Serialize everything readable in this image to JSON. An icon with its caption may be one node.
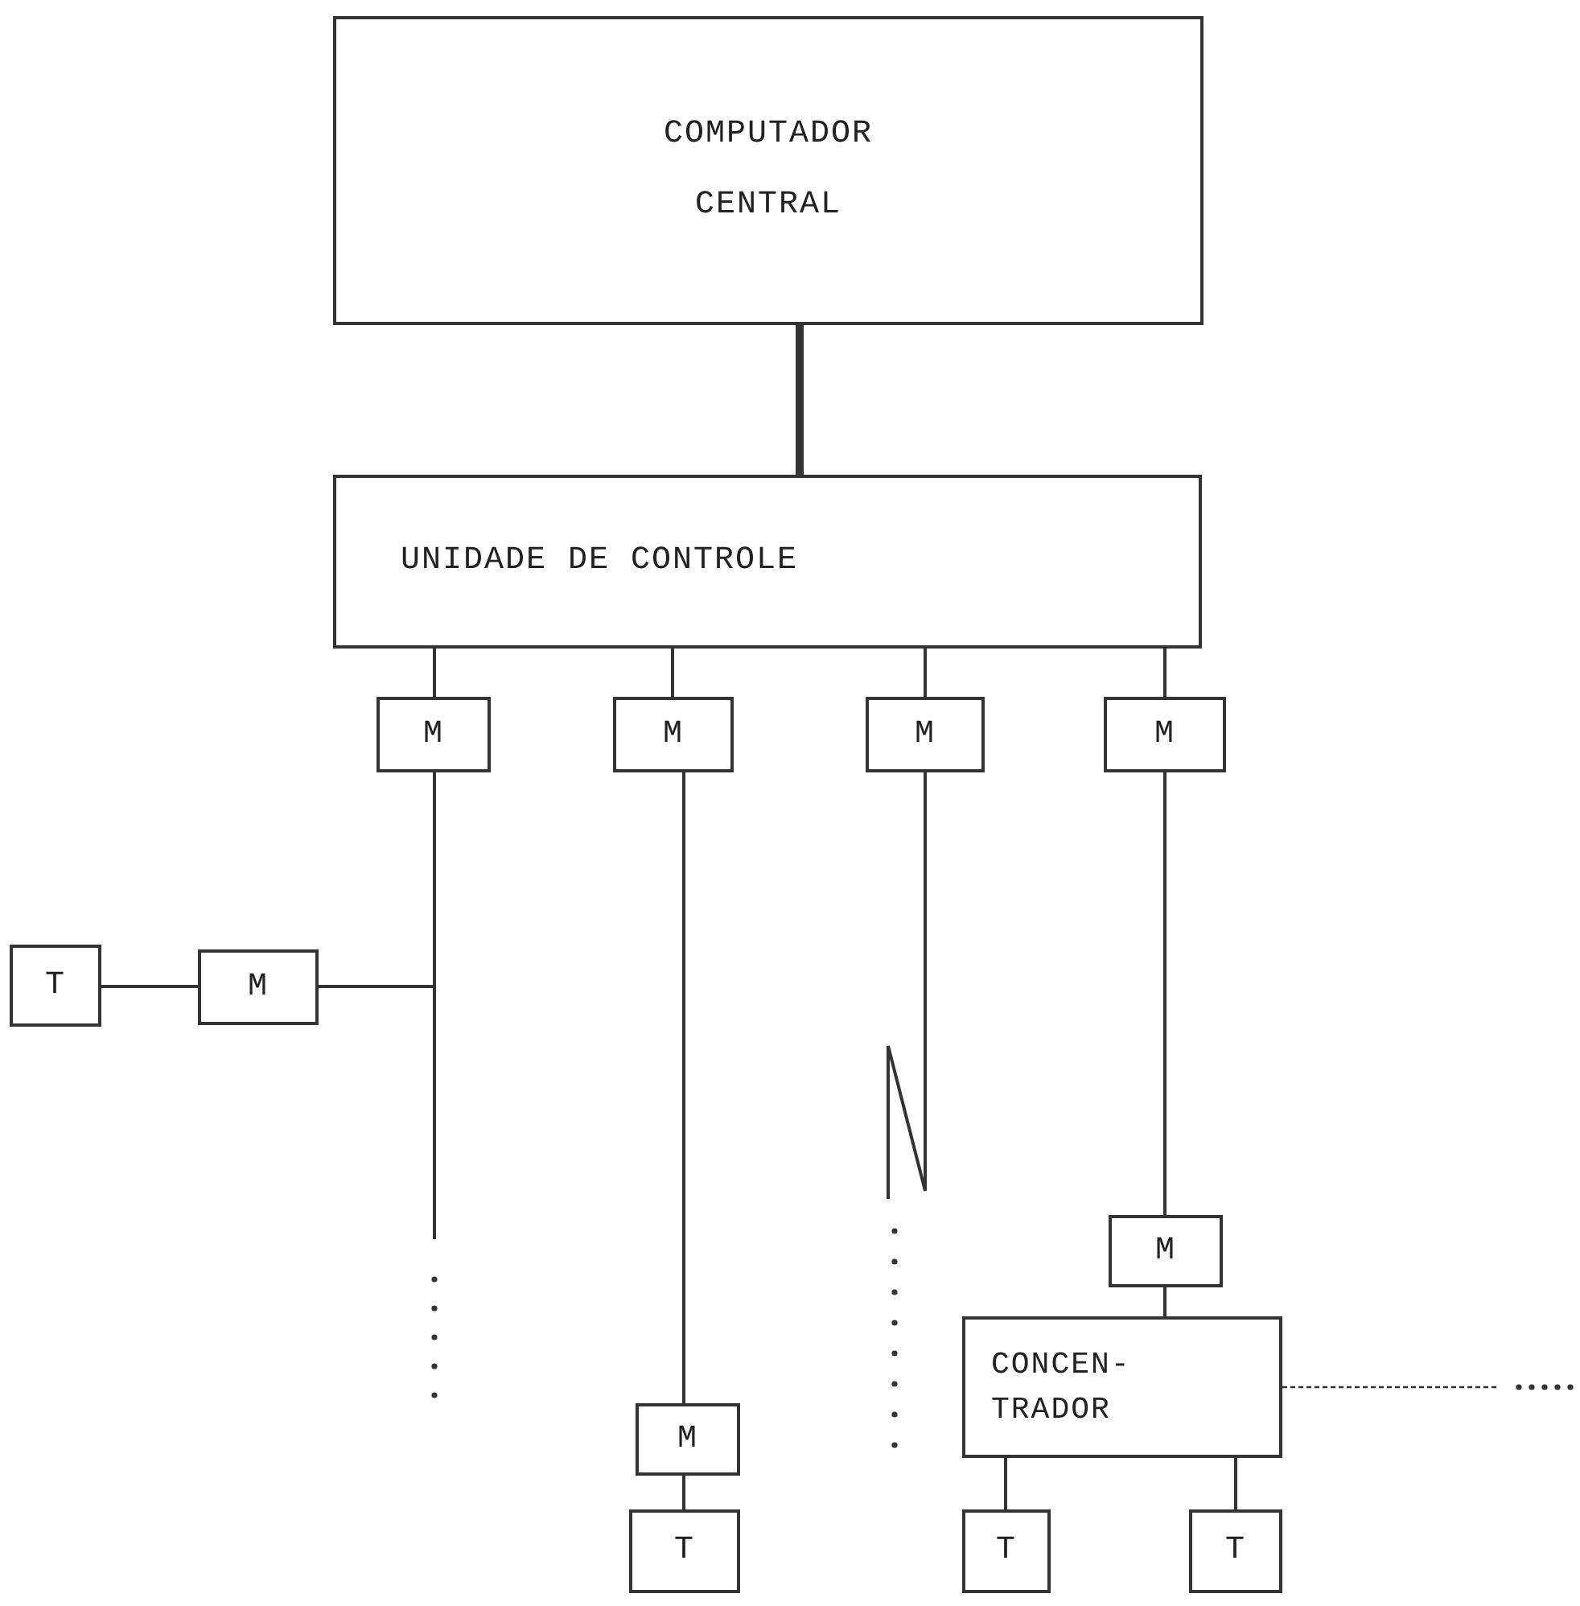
{
  "diagram": {
    "nodes": [
      {
        "text": [
          "COMPUTADOR CENTRAL"
        ]
      },
      {
        "text": [
          "UNIDADE DE CONTROLE"
        ]
      },
      {
        "text": [
          "M"
        ]
      },
      {
        "text": [
          "M"
        ]
      },
      {
        "text": [
          "M"
        ]
      },
      {
        "text": [
          "M"
        ]
      },
      {
        "text": [
          "T"
        ]
      },
      {
        "text": [
          "M"
        ]
      },
      {
        "text": [
          "M"
        ]
      },
      {
        "text": [
          "CONCEN- TRADOR"
        ]
      },
      {
        "text": [
          "M"
        ]
      },
      {
        "text": [
          "T"
        ]
      },
      {
        "text": [
          "T"
        ]
      },
      {
        "text": [
          "T"
        ]
      }
    ],
    "edges": [
      {
        "from": 0,
        "to": 1,
        "arrow": "none",
        "style": "thick"
      },
      {
        "from": 1,
        "to": 2,
        "arrow": "none"
      },
      {
        "from": 1,
        "to": 3,
        "arrow": "none"
      },
      {
        "from": 1,
        "to": 4,
        "arrow": "none"
      },
      {
        "from": 1,
        "to": 5,
        "arrow": "none"
      },
      {
        "from": 2,
        "to": null,
        "arrow": "none"
      },
      {
        "from": 6,
        "to": 7,
        "arrow": "none"
      },
      {
        "from": 7,
        "to": 2,
        "arrow": "none"
      },
      {
        "from": 3,
        "to": 10,
        "arrow": "none"
      },
      {
        "from": 10,
        "to": 11,
        "arrow": "none"
      },
      {
        "from": 4,
        "to": null,
        "arrow": "none"
      },
      {
        "from": 5,
        "to": 8,
        "arrow": "none"
      },
      {
        "from": 8,
        "to": 9,
        "arrow": "none"
      },
      {
        "from": 9,
        "to": 12,
        "arrow": "none"
      },
      {
        "from": 9,
        "to": 13,
        "arrow": "none"
      },
      {
        "from": 9,
        "to": null,
        "arrow": "none",
        "style": "dashed"
      }
    ]
  }
}
